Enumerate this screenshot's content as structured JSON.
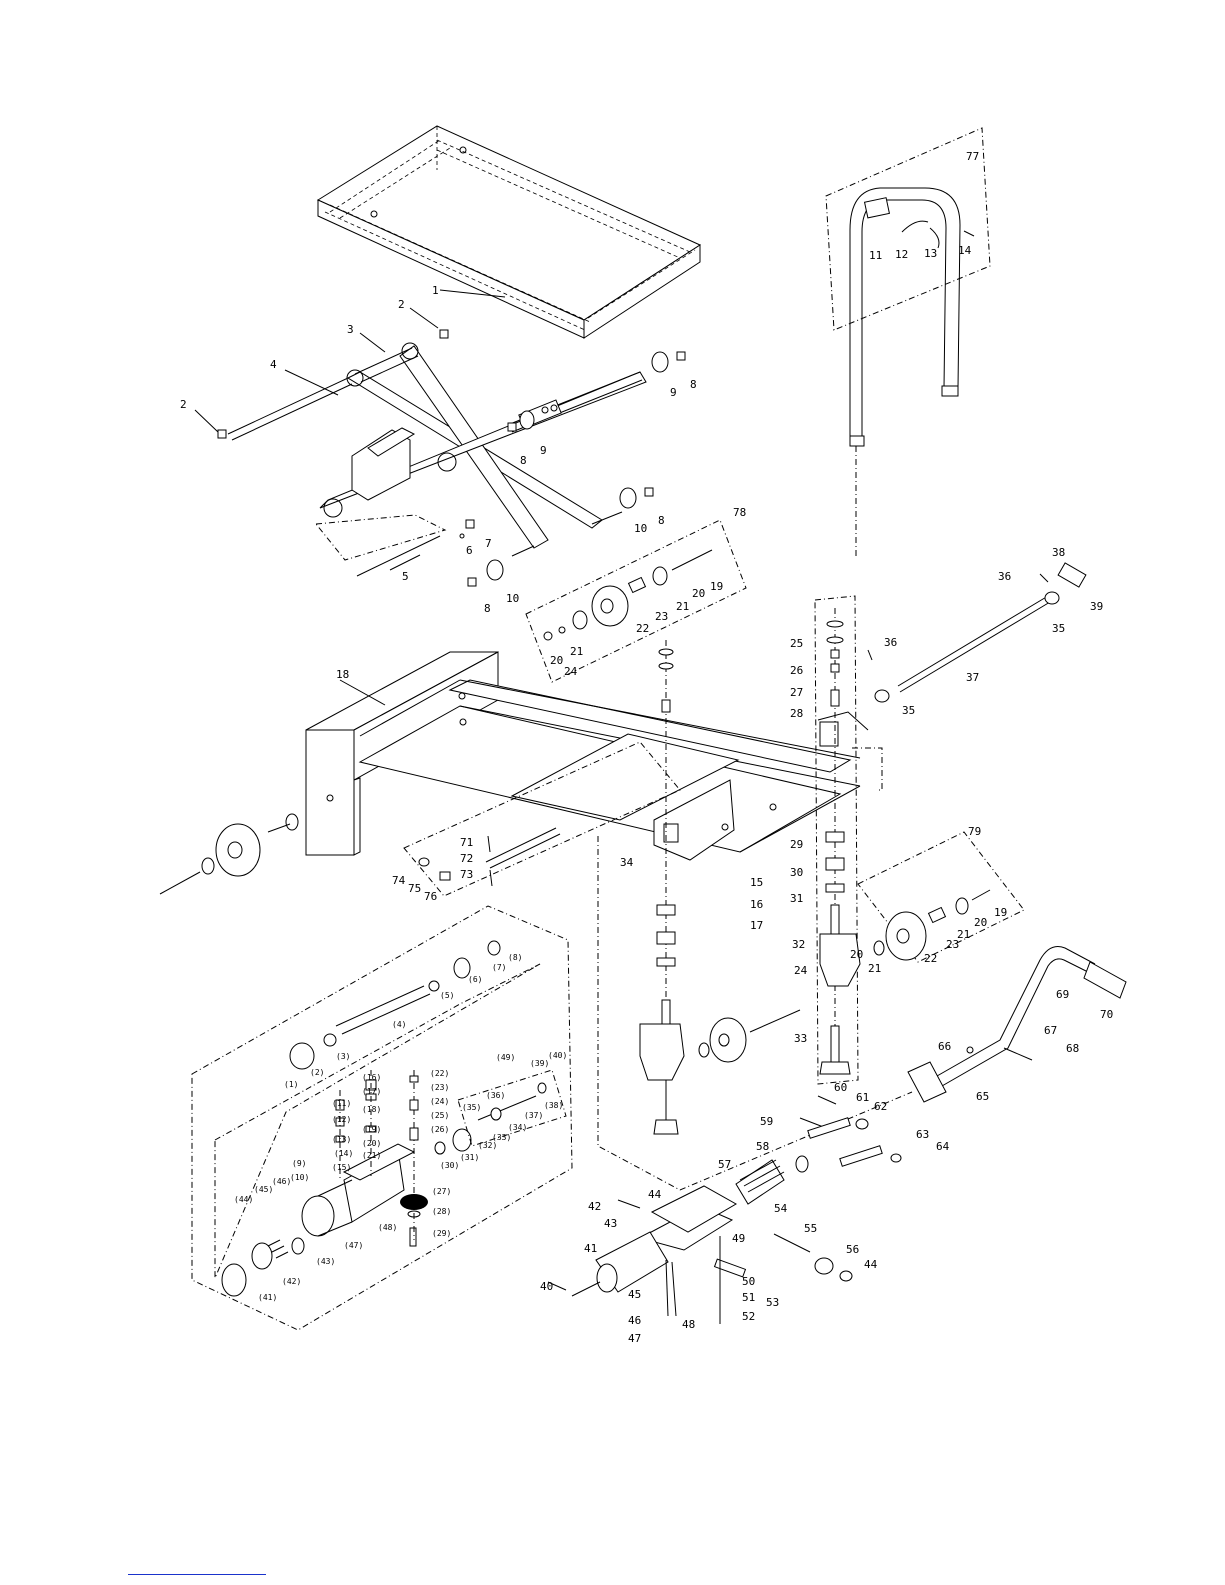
{
  "labels": {
    "main": [
      {
        "id": "l1",
        "text": "1"
      },
      {
        "id": "l2a",
        "text": "2"
      },
      {
        "id": "l2b",
        "text": "2"
      },
      {
        "id": "l3",
        "text": "3"
      },
      {
        "id": "l4",
        "text": "4"
      },
      {
        "id": "l5",
        "text": "5"
      },
      {
        "id": "l6",
        "text": "6"
      },
      {
        "id": "l7",
        "text": "7"
      },
      {
        "id": "l8a",
        "text": "8"
      },
      {
        "id": "l8b",
        "text": "8"
      },
      {
        "id": "l8c",
        "text": "8"
      },
      {
        "id": "l8d",
        "text": "8"
      },
      {
        "id": "l9a",
        "text": "9"
      },
      {
        "id": "l9b",
        "text": "9"
      },
      {
        "id": "l10a",
        "text": "10"
      },
      {
        "id": "l10b",
        "text": "10"
      },
      {
        "id": "l11",
        "text": "11"
      },
      {
        "id": "l12",
        "text": "12"
      },
      {
        "id": "l13",
        "text": "13"
      },
      {
        "id": "l14",
        "text": "14"
      },
      {
        "id": "l15",
        "text": "15"
      },
      {
        "id": "l16",
        "text": "16"
      },
      {
        "id": "l17",
        "text": "17"
      },
      {
        "id": "l18",
        "text": "18"
      },
      {
        "id": "l19a",
        "text": "19"
      },
      {
        "id": "l19b",
        "text": "19"
      },
      {
        "id": "l20a",
        "text": "20"
      },
      {
        "id": "l20b",
        "text": "20"
      },
      {
        "id": "l20c",
        "text": "20"
      },
      {
        "id": "l20d",
        "text": "20"
      },
      {
        "id": "l21a",
        "text": "21"
      },
      {
        "id": "l21b",
        "text": "21"
      },
      {
        "id": "l21c",
        "text": "21"
      },
      {
        "id": "l21d",
        "text": "21"
      },
      {
        "id": "l22a",
        "text": "22"
      },
      {
        "id": "l22b",
        "text": "22"
      },
      {
        "id": "l23a",
        "text": "23"
      },
      {
        "id": "l23b",
        "text": "23"
      },
      {
        "id": "l24a",
        "text": "24"
      },
      {
        "id": "l24b",
        "text": "24"
      },
      {
        "id": "l25",
        "text": "25"
      },
      {
        "id": "l26",
        "text": "26"
      },
      {
        "id": "l27",
        "text": "27"
      },
      {
        "id": "l28",
        "text": "28"
      },
      {
        "id": "l29",
        "text": "29"
      },
      {
        "id": "l30",
        "text": "30"
      },
      {
        "id": "l31",
        "text": "31"
      },
      {
        "id": "l32",
        "text": "32"
      },
      {
        "id": "l33",
        "text": "33"
      },
      {
        "id": "l34",
        "text": "34"
      },
      {
        "id": "l35a",
        "text": "35"
      },
      {
        "id": "l35b",
        "text": "35"
      },
      {
        "id": "l36a",
        "text": "36"
      },
      {
        "id": "l36b",
        "text": "36"
      },
      {
        "id": "l37",
        "text": "37"
      },
      {
        "id": "l38",
        "text": "38"
      },
      {
        "id": "l39",
        "text": "39"
      },
      {
        "id": "l40",
        "text": "40"
      },
      {
        "id": "l41",
        "text": "41"
      },
      {
        "id": "l42",
        "text": "42"
      },
      {
        "id": "l43",
        "text": "43"
      },
      {
        "id": "l44a",
        "text": "44"
      },
      {
        "id": "l44b",
        "text": "44"
      },
      {
        "id": "l45",
        "text": "45"
      },
      {
        "id": "l46",
        "text": "46"
      },
      {
        "id": "l47",
        "text": "47"
      },
      {
        "id": "l48",
        "text": "48"
      },
      {
        "id": "l49",
        "text": "49"
      },
      {
        "id": "l50",
        "text": "50"
      },
      {
        "id": "l51",
        "text": "51"
      },
      {
        "id": "l52",
        "text": "52"
      },
      {
        "id": "l53",
        "text": "53"
      },
      {
        "id": "l54",
        "text": "54"
      },
      {
        "id": "l55",
        "text": "55"
      },
      {
        "id": "l56",
        "text": "56"
      },
      {
        "id": "l57",
        "text": "57"
      },
      {
        "id": "l58",
        "text": "58"
      },
      {
        "id": "l59",
        "text": "59"
      },
      {
        "id": "l60",
        "text": "60"
      },
      {
        "id": "l61",
        "text": "61"
      },
      {
        "id": "l62",
        "text": "62"
      },
      {
        "id": "l63",
        "text": "63"
      },
      {
        "id": "l64",
        "text": "64"
      },
      {
        "id": "l65",
        "text": "65"
      },
      {
        "id": "l66",
        "text": "66"
      },
      {
        "id": "l67",
        "text": "67"
      },
      {
        "id": "l68",
        "text": "68"
      },
      {
        "id": "l69",
        "text": "69"
      },
      {
        "id": "l70",
        "text": "70"
      },
      {
        "id": "l71",
        "text": "71"
      },
      {
        "id": "l72",
        "text": "72"
      },
      {
        "id": "l73",
        "text": "73"
      },
      {
        "id": "l74",
        "text": "74"
      },
      {
        "id": "l75",
        "text": "75"
      },
      {
        "id": "l76",
        "text": "76"
      },
      {
        "id": "l77",
        "text": "77"
      },
      {
        "id": "l78",
        "text": "78"
      },
      {
        "id": "l79",
        "text": "79"
      }
    ],
    "pump": [
      {
        "id": "p1",
        "text": "(1)"
      },
      {
        "id": "p2",
        "text": "(2)"
      },
      {
        "id": "p3",
        "text": "(3)"
      },
      {
        "id": "p4",
        "text": "(4)"
      },
      {
        "id": "p5",
        "text": "(5)"
      },
      {
        "id": "p6",
        "text": "(6)"
      },
      {
        "id": "p7",
        "text": "(7)"
      },
      {
        "id": "p8",
        "text": "(8)"
      },
      {
        "id": "p9",
        "text": "(9)"
      },
      {
        "id": "p10",
        "text": "(10)"
      },
      {
        "id": "p11",
        "text": "(11)"
      },
      {
        "id": "p12",
        "text": "(12)"
      },
      {
        "id": "p13",
        "text": "(13)"
      },
      {
        "id": "p14",
        "text": "(14)"
      },
      {
        "id": "p15",
        "text": "(15)"
      },
      {
        "id": "p16",
        "text": "(16)"
      },
      {
        "id": "p17",
        "text": "(17)"
      },
      {
        "id": "p18",
        "text": "(18)"
      },
      {
        "id": "p19",
        "text": "(19)"
      },
      {
        "id": "p20",
        "text": "(20)"
      },
      {
        "id": "p21",
        "text": "(21)"
      },
      {
        "id": "p22",
        "text": "(22)"
      },
      {
        "id": "p23",
        "text": "(23)"
      },
      {
        "id": "p24",
        "text": "(24)"
      },
      {
        "id": "p25",
        "text": "(25)"
      },
      {
        "id": "p26",
        "text": "(26)"
      },
      {
        "id": "p27",
        "text": "(27)"
      },
      {
        "id": "p28",
        "text": "(28)"
      },
      {
        "id": "p29",
        "text": "(29)"
      },
      {
        "id": "p30",
        "text": "(30)"
      },
      {
        "id": "p31",
        "text": "(31)"
      },
      {
        "id": "p32",
        "text": "(32)"
      },
      {
        "id": "p33",
        "text": "(33)"
      },
      {
        "id": "p34",
        "text": "(34)"
      },
      {
        "id": "p35",
        "text": "(35)"
      },
      {
        "id": "p36",
        "text": "(36)"
      },
      {
        "id": "p37",
        "text": "(37)"
      },
      {
        "id": "p38",
        "text": "(38)"
      },
      {
        "id": "p39",
        "text": "(39)"
      },
      {
        "id": "p40",
        "text": "(40)"
      },
      {
        "id": "p41",
        "text": "(41)"
      },
      {
        "id": "p42",
        "text": "(42)"
      },
      {
        "id": "p43",
        "text": "(43)"
      },
      {
        "id": "p44",
        "text": "(44)"
      },
      {
        "id": "p45",
        "text": "(45)"
      },
      {
        "id": "p46",
        "text": "(46)"
      },
      {
        "id": "p47",
        "text": "(47)"
      },
      {
        "id": "p48",
        "text": "(48)"
      },
      {
        "id": "p49",
        "text": "(49)"
      }
    ]
  }
}
